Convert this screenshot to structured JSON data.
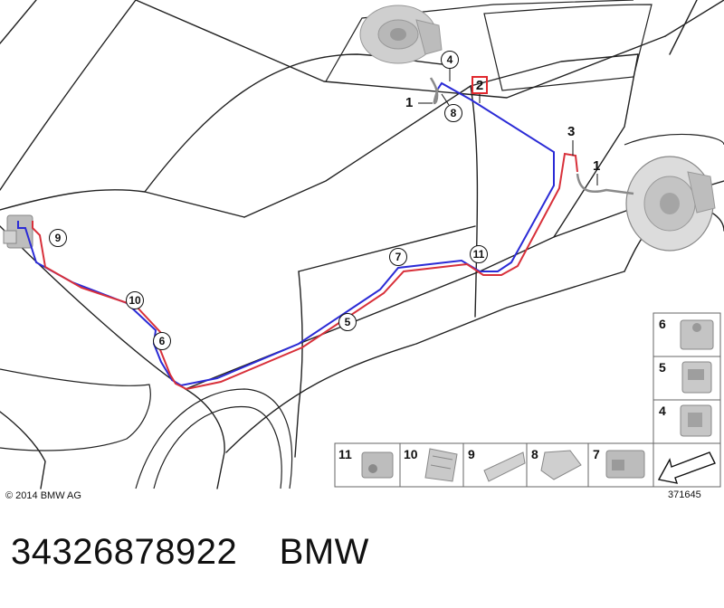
{
  "callouts": [
    {
      "id": "label-1a",
      "text": "1",
      "style": "plain"
    },
    {
      "id": "label-1b",
      "text": "1",
      "style": "plain"
    },
    {
      "id": "label-2",
      "text": "2",
      "style": "highlight"
    },
    {
      "id": "label-3",
      "text": "3",
      "style": "plain"
    },
    {
      "id": "label-4",
      "text": "4",
      "style": "circle"
    },
    {
      "id": "label-5",
      "text": "5",
      "style": "circle"
    },
    {
      "id": "label-6",
      "text": "6",
      "style": "circle"
    },
    {
      "id": "label-7",
      "text": "7",
      "style": "circle"
    },
    {
      "id": "label-8",
      "text": "8",
      "style": "circle"
    },
    {
      "id": "label-9",
      "text": "9",
      "style": "circle"
    },
    {
      "id": "label-10",
      "text": "10",
      "style": "circle"
    },
    {
      "id": "label-11",
      "text": "11",
      "style": "circle"
    }
  ],
  "parts_legend": {
    "bottom_row": [
      "11",
      "10",
      "9",
      "8",
      "7"
    ],
    "right_column": [
      "6",
      "5",
      "4"
    ]
  },
  "line_colors": {
    "blue": "#2b2bd6",
    "red": "#d8303a",
    "highlight": "#e0282d"
  },
  "copyright": "© 2014 BMW AG",
  "diagram_number": "371645",
  "caption": "34326878922    BMW"
}
